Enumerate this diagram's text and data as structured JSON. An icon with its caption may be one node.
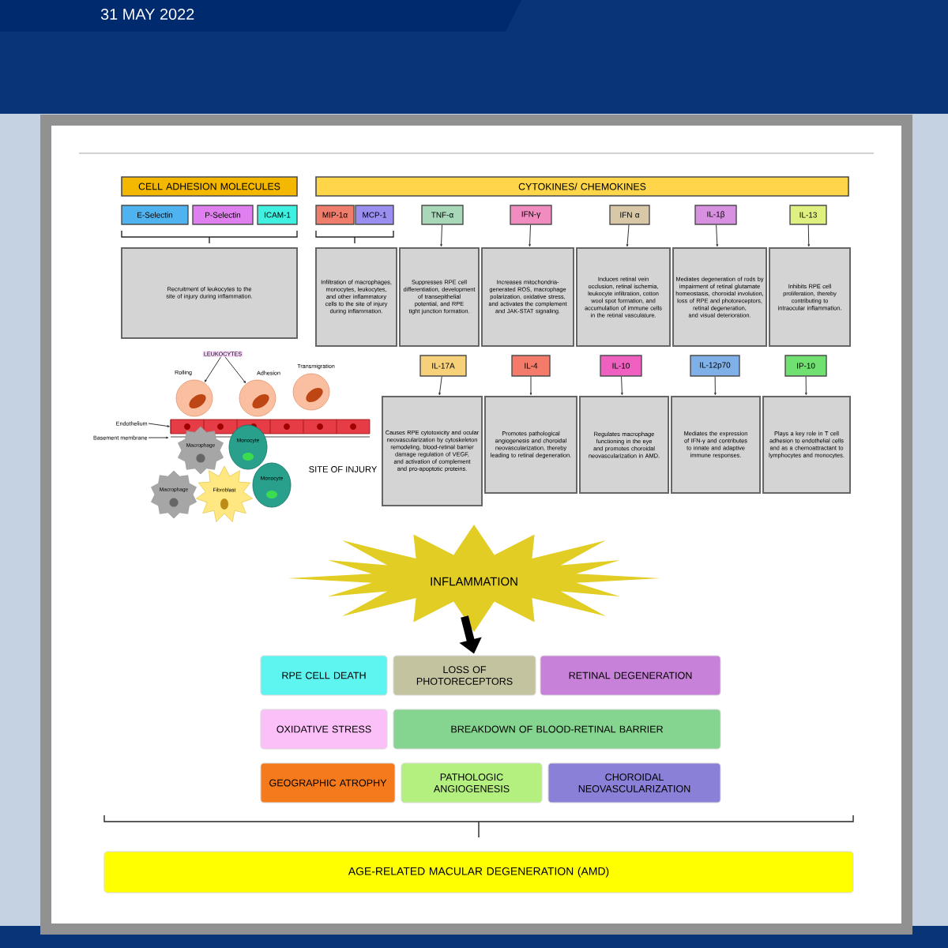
{
  "diagram": {
    "nodes": [
      {
        "text": [
          "CELL ADHESION MOLECULES"
        ]
      },
      {
        "text": [
          "E-Selectin"
        ]
      },
      {
        "text": [
          "P-Selectin"
        ]
      },
      {
        "text": [
          "ICAM-1"
        ]
      },
      {
        "text": [
          "Recruitment of leukocytes to the site of injury during inflammation."
        ]
      },
      {
        "text": [
          "CYTOKINES/ CHEMOKINES"
        ]
      },
      {
        "text": [
          "MIP-1α"
        ]
      },
      {
        "text": [
          "MCP-1"
        ]
      },
      {
        "text": [
          "TNF-α"
        ]
      },
      {
        "text": [
          "IFN-γ"
        ]
      },
      {
        "text": [
          "IFN α"
        ]
      },
      {
        "text": [
          "IL-1β"
        ]
      },
      {
        "text": [
          "IL-13"
        ]
      },
      {
        "text": [
          "Infiltration of macrophages, monocytes, leukocytes, and other inflammatory cells to the site of injury during inflammation."
        ]
      },
      {
        "text": [
          "Suppresses RPE cell differentiation, development of transepithelial potential, and RPE tight junction formation."
        ]
      },
      {
        "text": [
          "Increases mitochondria-generated ROS, macrophage polarization, oxidative stress, and activates the complement and JAK-STAT signaling."
        ]
      },
      {
        "text": [
          "Induces retinal vein occlusion, retinal ischemia, leukocyte infiltration, cotton wool spot formation, and accumulation of immune cells in the retinal vasculature."
        ]
      },
      {
        "text": [
          "Mediates degeneration of rods by impairment of retinal glutamate homeostasis, choroidal involution, loss of RPE and photoreceptors, retinal degeneration, and visual deterioration."
        ]
      },
      {
        "text": [
          "Inhibits RPE cell proliferation, thereby contributing to intraocular inflammation."
        ]
      },
      {
        "text": [
          "IL-17A"
        ]
      },
      {
        "text": [
          "IL-4"
        ]
      },
      {
        "text": [
          "IL-10"
        ]
      },
      {
        "text": [
          "IL-12p70"
        ]
      },
      {
        "text": [
          "IP-10"
        ]
      },
      {
        "text": [
          "Causes RPE cytotoxicity and ocular neovascularization by cytoskeleton remodeling, blood-retinal barrier damage regulation of VEGF, and activation of complement and pro-apoptotic proteins."
        ]
      },
      {
        "text": [
          "Promotes pathological angiogenesis and choroidal neovascularization, thereby leading to retinal degeneration."
        ]
      },
      {
        "text": [
          "Regulates macrophage functioning in the eye and promotes choroidal neovascularization in AMD."
        ]
      },
      {
        "text": [
          "Mediates the expression of IFN-γ and contributes to innate and adaptive immune responses."
        ]
      },
      {
        "text": [
          "Plays a key role in T cell adhesion to endothelial cells and as a chemoattractant to lymphocytes and monocytes."
        ]
      },
      {
        "text": [
          "LEUKOCYTES"
        ]
      },
      {
        "text": [],
        "shape": "circle",
        "beside": [
          "Rolling"
        ]
      },
      {
        "text": [],
        "shape": "circle",
        "beside": [
          "Adhesion"
        ]
      },
      {
        "text": [],
        "shape": "circle",
        "beside": [
          "Transmigration"
        ]
      },
      {
        "text": [
          "Endothelium"
        ]
      },
      {
        "text": [],
        "shape": "bar"
      },
      {
        "text": [
          "Basement membrane"
        ]
      },
      {
        "text": [
          "Macrophage"
        ]
      },
      {
        "text": [
          "Monocyte"
        ]
      },
      {
        "text": [
          "Monocyte"
        ]
      },
      {
        "text": [
          "Fibroblast"
        ]
      },
      {
        "text": [
          "Macrophage"
        ]
      },
      {
        "text": [
          "INFLAMMATION"
        ]
      },
      {
        "text": [
          "RPE CELL DEATH"
        ]
      },
      {
        "text": [
          "LOSS OF PHOTORECEPTORS"
        ]
      },
      {
        "text": [
          "RETINAL DEGENERATION"
        ]
      },
      {
        "text": [
          "OXIDATIVE STRESS"
        ]
      },
      {
        "text": [
          "BREAKDOWN OF BLOOD-RETINAL BARRIER"
        ]
      },
      {
        "text": [
          "GEOGRAPHIC ATROPHY"
        ]
      },
      {
        "text": [
          "PATHOLOGIC ANGIOGENESIS"
        ]
      },
      {
        "text": [
          "CHOROIDAL NEOVASCULARIZATION"
        ]
      },
      {
        "text": [
          "AGE-RELATED MACULAR DEGENERATION (AMD)"
        ]
      }
    ],
    "edges": [
      {
        "from": 8,
        "to": 14,
        "arrow": "to"
      },
      {
        "from": 9,
        "to": 15,
        "arrow": "to"
      },
      {
        "from": 10,
        "to": 16,
        "arrow": "to"
      },
      {
        "from": 11,
        "to": 17,
        "arrow": "to"
      },
      {
        "from": 12,
        "to": 18,
        "arrow": "to"
      },
      {
        "from": 19,
        "to": 24,
        "arrow": "to"
      },
      {
        "from": 20,
        "to": 25,
        "arrow": "to"
      },
      {
        "from": 21,
        "to": 26,
        "arrow": "to"
      },
      {
        "from": 22,
        "to": 27,
        "arrow": "to"
      },
      {
        "from": 23,
        "to": 28,
        "arrow": "to"
      },
      {
        "from": 29,
        "to": 30,
        "arrow": "to"
      },
      {
        "from": 29,
        "to": 31,
        "arrow": "to"
      },
      {
        "from": 33,
        "to": 34,
        "arrow": "to"
      },
      {
        "from": 35,
        "to": null,
        "arrow": "to"
      },
      {
        "from": 41,
        "to": 43,
        "arrow": "to",
        "style": "thick"
      }
    ],
    "labels": [
      "31 MAY 2022",
      "SITE OF INJURY"
    ]
  }
}
